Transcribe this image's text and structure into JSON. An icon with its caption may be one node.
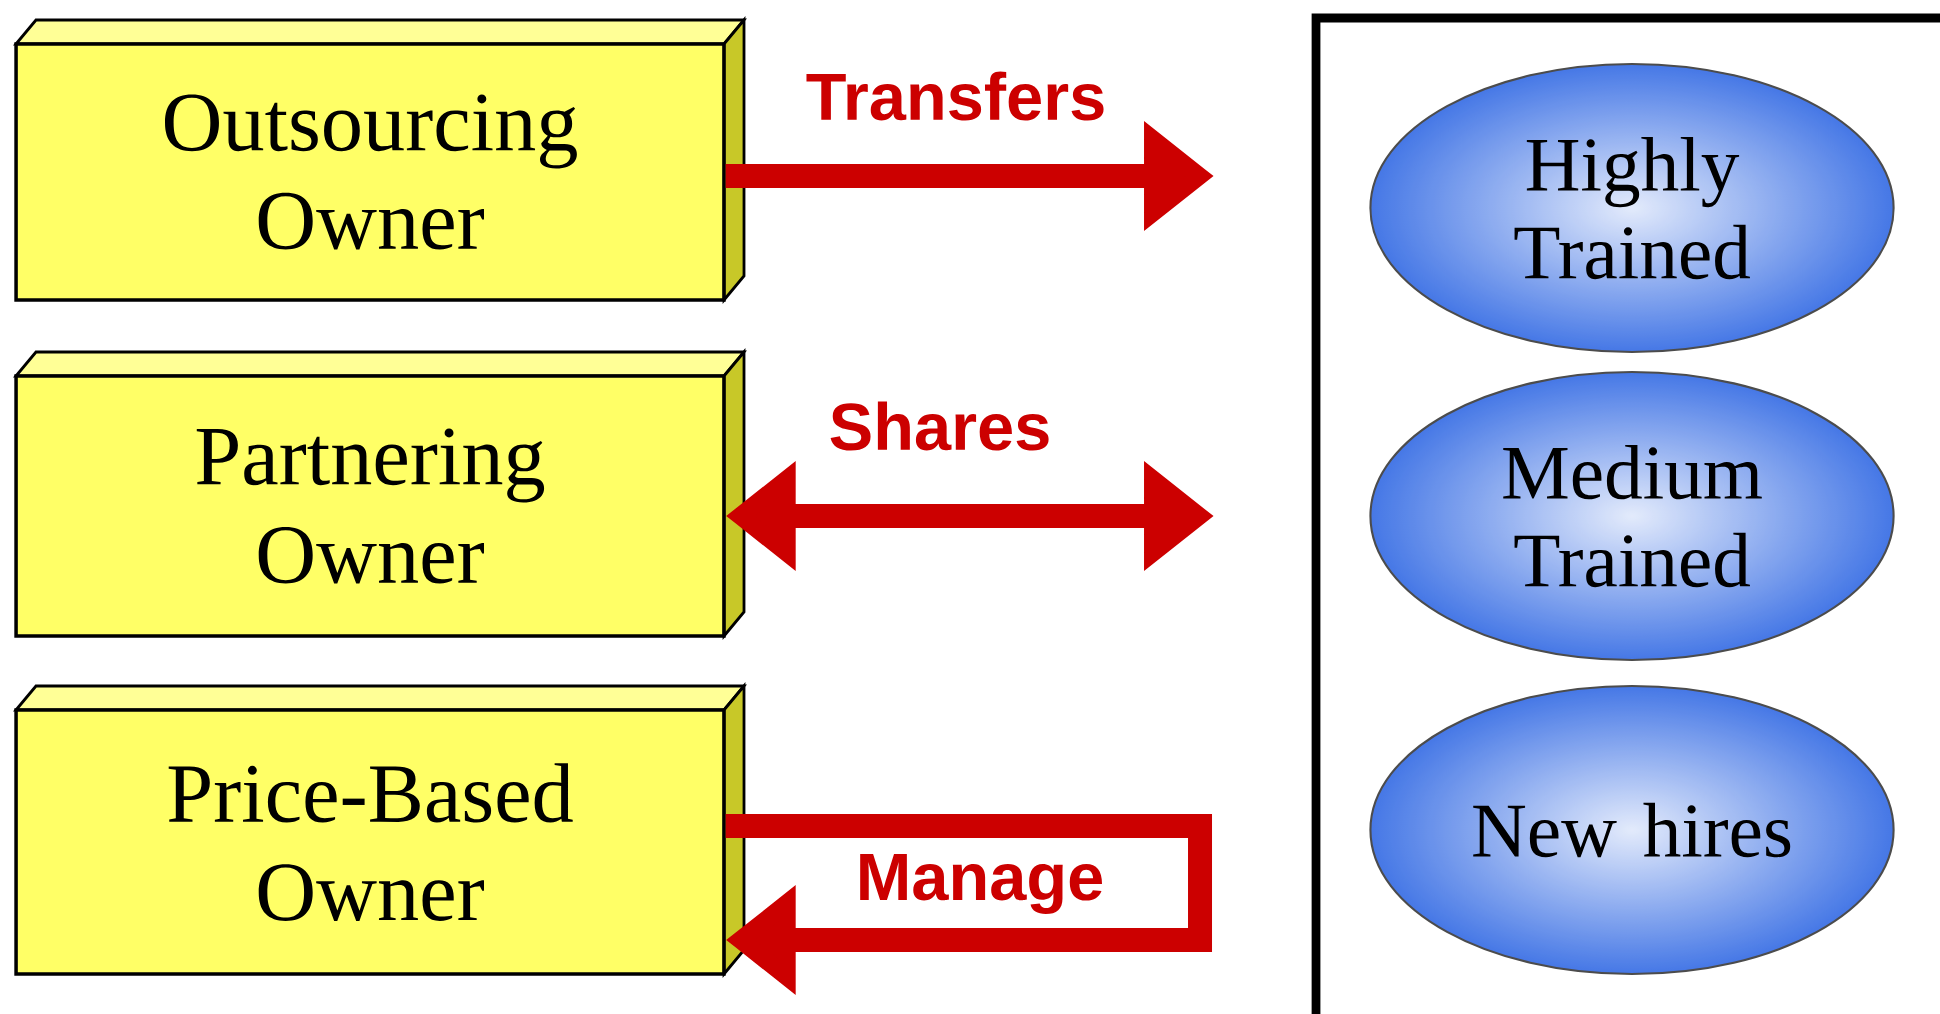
{
  "diagram": {
    "nodes": [
      {
        "text": [
          "Outsourcing Owner"
        ]
      },
      {
        "text": [
          "Partnering Owner"
        ]
      },
      {
        "text": [
          "Price-Based Owner"
        ]
      },
      {
        "text": [],
        "shape": "box"
      },
      {
        "text": [
          "Highly Trained"
        ],
        "in": 3
      },
      {
        "text": [
          "Medium Trained"
        ],
        "in": 3
      },
      {
        "text": [
          "New hires"
        ],
        "in": 3
      }
    ],
    "edges": [
      {
        "from": 0,
        "to": null,
        "arrow": "to",
        "label": "Transfers"
      },
      {
        "from": 1,
        "to": null,
        "arrow": "both",
        "label": "Shares"
      },
      {
        "from": 2,
        "to": 2,
        "arrow": "to",
        "label": "Manage"
      }
    ]
  }
}
